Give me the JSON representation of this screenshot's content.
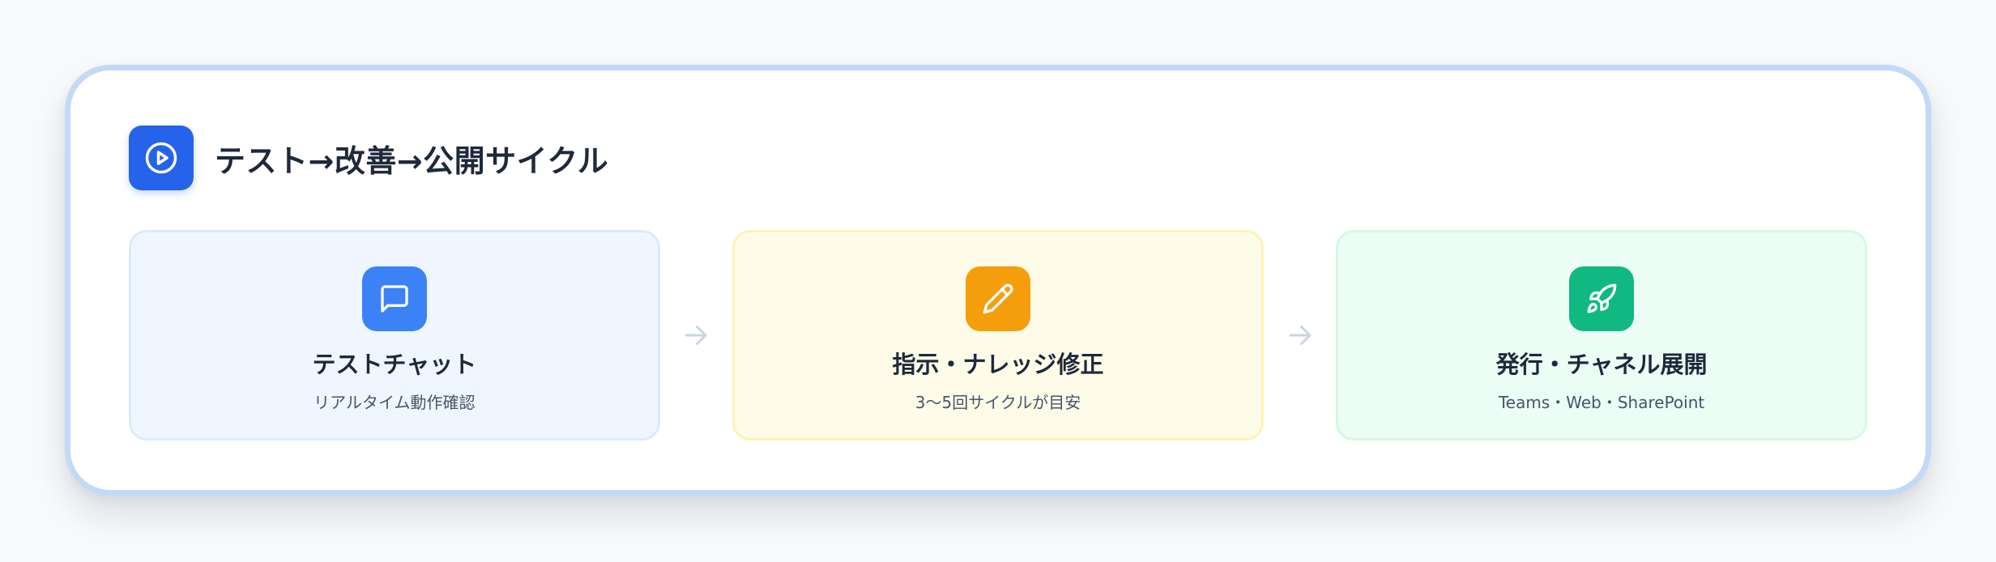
{
  "header": {
    "icon": "play-circle-icon",
    "title": "テスト→改善→公開サイクル",
    "accent_color": "#2563eb"
  },
  "steps": [
    {
      "icon": "message-square-icon",
      "title": "テストチャット",
      "subtitle": "リアルタイム動作確認",
      "color": "#3b82f6"
    },
    {
      "icon": "pencil-icon",
      "title": "指示・ナレッジ修正",
      "subtitle": "3〜5回サイクルが目安",
      "color": "#f59e0b"
    },
    {
      "icon": "rocket-icon",
      "title": "発行・チャネル展開",
      "subtitle": "Teams・Web・SharePoint",
      "color": "#10b981"
    }
  ],
  "connector_icon": "arrow-right-icon"
}
